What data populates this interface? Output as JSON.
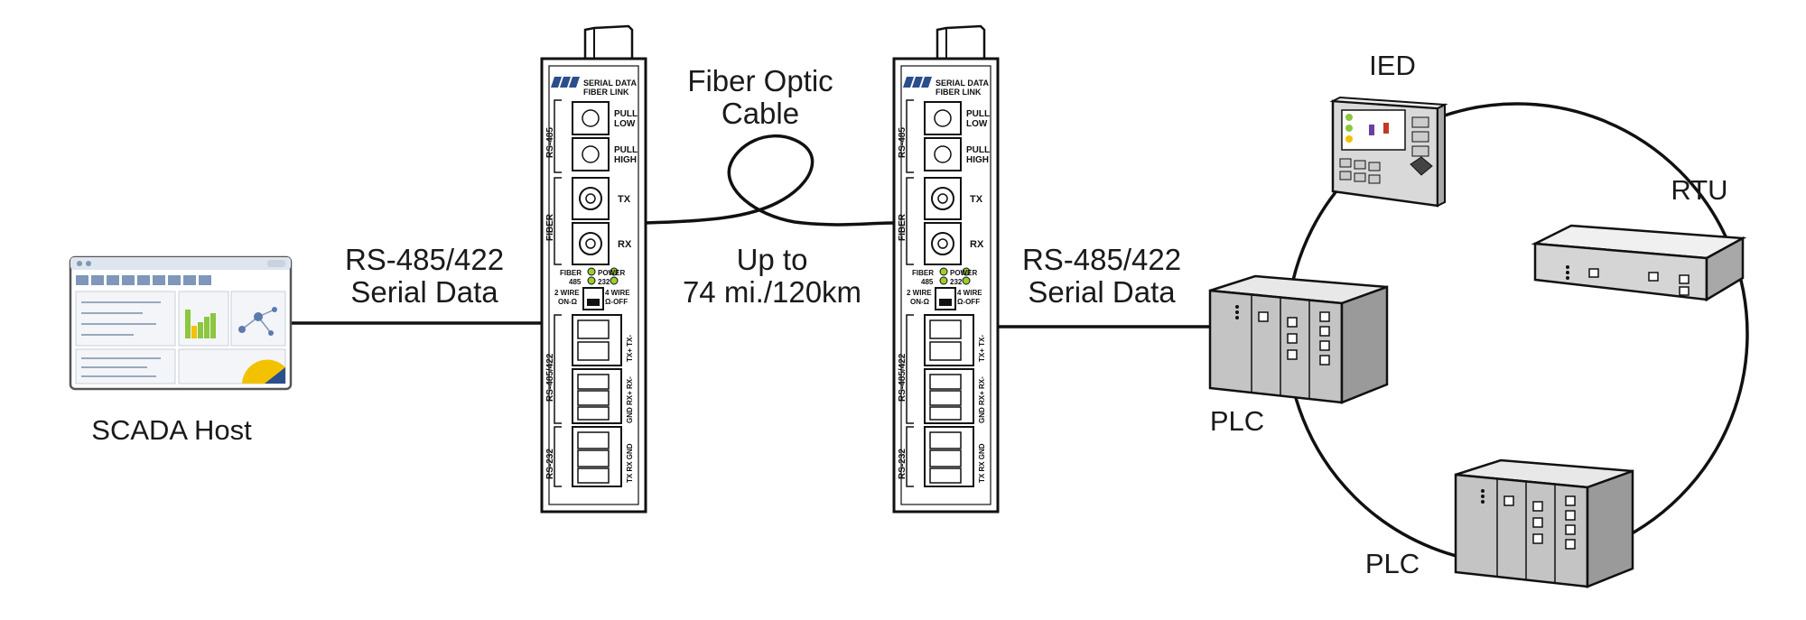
{
  "labels": {
    "fiber_cable_line1": "Fiber Optic",
    "fiber_cable_line2": "Cable",
    "distance_line1": "Up to",
    "distance_line2": "74 mi./120km",
    "serial_left_line1": "RS-485/422",
    "serial_left_line2": "Serial Data",
    "serial_right_line1": "RS-485/422",
    "serial_right_line2": "Serial Data",
    "scada_host": "SCADA Host",
    "ied": "IED",
    "rtu": "RTU",
    "plc_upper": "PLC",
    "plc_lower": "PLC"
  },
  "device": {
    "brand_line1": "SERIAL DATA",
    "brand_line2": "FIBER LINK",
    "sect_rs485": "RS-485",
    "sect_fiber": "FIBER",
    "sect_rs485_422": "RS-485/422",
    "sect_rs232": "RS-232",
    "pull_low": [
      "PULL",
      "LOW"
    ],
    "pull_high": [
      "PULL",
      "HIGH"
    ],
    "tx": "TX",
    "rx": "RX",
    "led_fiber": "FIBER",
    "led_power": "POWER",
    "led_485": "485",
    "led_232": "232",
    "wire2": "2 WIRE",
    "wire2_sub": "ON-Ω",
    "wire4": "4 WIRE",
    "wire4_sub": "Ω-OFF",
    "term_a": "TX+  TX-",
    "term_b": "GND RX+  RX-",
    "term_c": "TX   RX   GND"
  },
  "colors": {
    "line": "#111111",
    "device_face": "#ffffff",
    "brand_blue": "#2b4e8c",
    "led_green": "#9acd32",
    "plc_gray": "#bdbdbd",
    "scada_blue": "#7f97b8",
    "chart_green": "#8dc63f",
    "chart_yellow": "#f2c200"
  }
}
